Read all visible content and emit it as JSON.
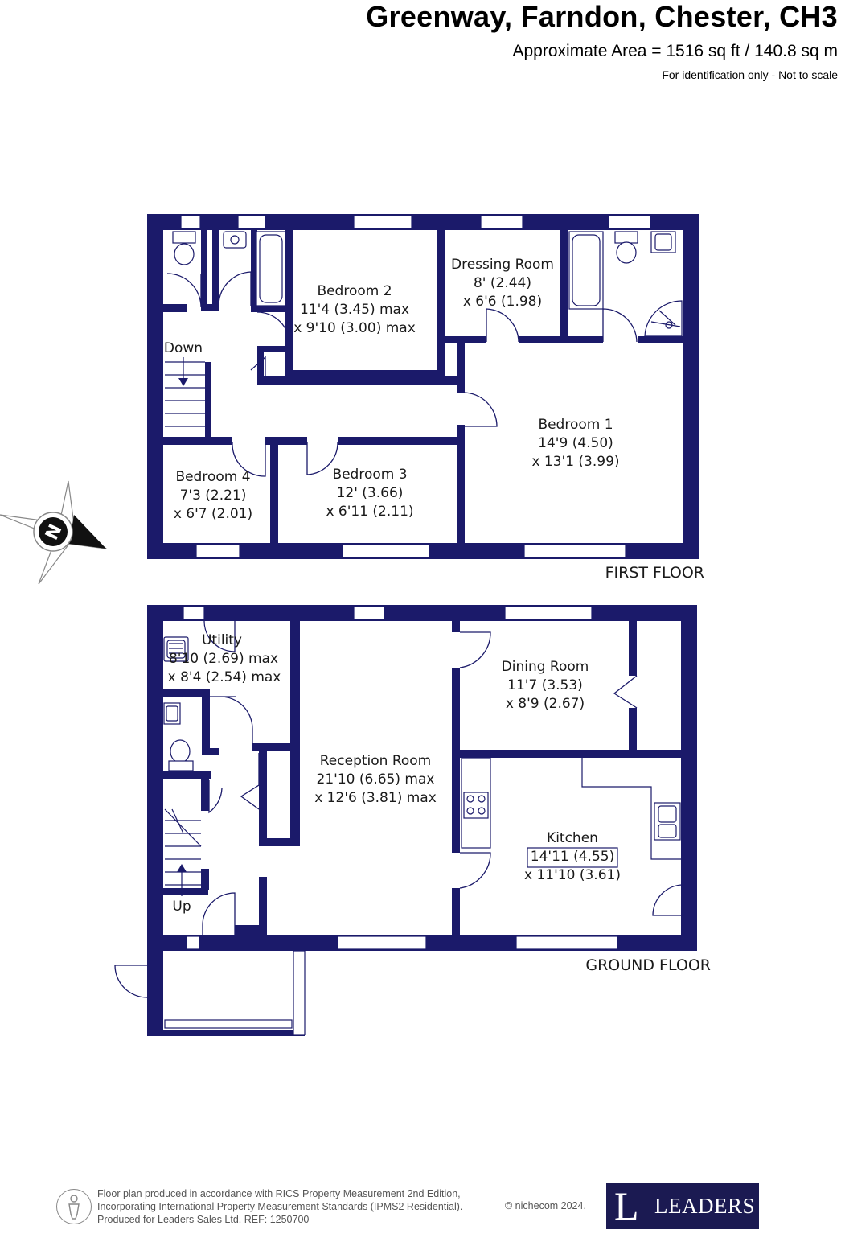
{
  "header": {
    "title": "Greenway, Farndon, Chester, CH3",
    "area": "Approximate Area = 1516 sq ft / 140.8 sq m",
    "note": "For identification only - Not to scale"
  },
  "colors": {
    "wall": "#1b1a6a",
    "text": "#1a1a1a",
    "logo_bg": "#1b1a52"
  },
  "floors": {
    "first": {
      "name": "FIRST FLOOR",
      "down_label": "Down",
      "rooms": [
        {
          "name": "Bedroom 2",
          "dim1": "11'4 (3.45) max",
          "dim2": "x 9'10 (3.00) max"
        },
        {
          "name": "Dressing Room",
          "dim1": "8' (2.44)",
          "dim2": "x 6'6 (1.98)"
        },
        {
          "name": "Bedroom 1",
          "dim1": "14'9 (4.50)",
          "dim2": "x 13'1 (3.99)"
        },
        {
          "name": "Bedroom 4",
          "dim1": "7'3 (2.21)",
          "dim2": "x 6'7 (2.01)"
        },
        {
          "name": "Bedroom 3",
          "dim1": "12' (3.66)",
          "dim2": "x 6'11 (2.11)"
        }
      ]
    },
    "ground": {
      "name": "GROUND FLOOR",
      "up_label": "Up",
      "rooms": [
        {
          "name": "Utility",
          "dim1": "8'10 (2.69) max",
          "dim2": "x 8'4 (2.54) max"
        },
        {
          "name": "Reception Room",
          "dim1": "21'10 (6.65) max",
          "dim2": "x 12'6 (3.81) max"
        },
        {
          "name": "Dining Room",
          "dim1": "11'7 (3.53)",
          "dim2": "x 8'9 (2.67)"
        },
        {
          "name": "Kitchen",
          "dim1": "14'11 (4.55)",
          "dim2": "x 11'10 (3.61)"
        }
      ]
    }
  },
  "compass": {
    "letter": "N",
    "icon": "compass-icon"
  },
  "footer": {
    "line1": "Floor plan produced in accordance with RICS Property Measurement 2nd Edition,",
    "line2": "Incorporating International Property Measurement Standards (IPMS2 Residential).",
    "line3": "Produced for Leaders Sales Ltd.   REF: 1250700",
    "copyright": "© nichecom 2024.",
    "icon": "person-icon"
  },
  "logo": {
    "letter": "L",
    "name": "LEADERS"
  }
}
